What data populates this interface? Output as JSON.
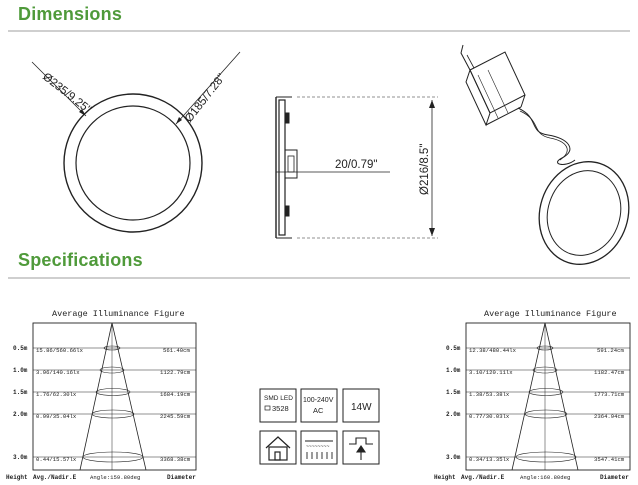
{
  "headings": {
    "dimensions": "Dimensions",
    "specifications": "Specifications"
  },
  "colors": {
    "heading": "#4f9a3a",
    "rule": "#cfcfcf",
    "line": "#222222"
  },
  "dimensions": {
    "outer_diameter": "Ø235/9.25\"",
    "cutout_diameter": "Ø185/7.28\"",
    "depth": "20/0.79\"",
    "height": "Ø216/8.5\""
  },
  "charts": [
    {
      "title": "Average Illuminance Figure",
      "rows": [
        {
          "height": "0.5m",
          "lux": "15.86/560.66lx",
          "diameter": "561.40cm"
        },
        {
          "height": "1.0m",
          "lux": "3.96/140.16lx",
          "diameter": "1122.79cm"
        },
        {
          "height": "1.5m",
          "lux": "1.76/62.30lx",
          "diameter": "1684.19cm"
        },
        {
          "height": "2.0m",
          "lux": "0.99/35.04lx",
          "diameter": "2245.59cm"
        },
        {
          "height": "3.0m",
          "lux": "0.44/15.57lx",
          "diameter": "3368.38cm"
        }
      ],
      "footer": {
        "height": "Height",
        "avg": "Avg./Nadir.E",
        "angle": "Angle:159.80deg",
        "diameter": "Diameter"
      }
    },
    {
      "title": "Average Illuminance Figure",
      "rows": [
        {
          "height": "0.5m",
          "lux": "12.38/480.44lx",
          "diameter": "591.24cm"
        },
        {
          "height": "1.0m",
          "lux": "3.10/120.11lx",
          "diameter": "1182.47cm"
        },
        {
          "height": "1.5m",
          "lux": "1.38/53.38lx",
          "diameter": "1773.71cm"
        },
        {
          "height": "2.0m",
          "lux": "0.77/30.03lx",
          "diameter": "2364.94cm"
        },
        {
          "height": "3.0m",
          "lux": "0.34/13.35lx",
          "diameter": "3547.41cm"
        }
      ],
      "footer": {
        "height": "Height",
        "avg": "Avg./Nadir.E",
        "angle": "Angle:160.80deg",
        "diameter": "Diameter"
      }
    }
  ],
  "spec_icons": {
    "smd_label": "SMD LED",
    "smd_value": "3528",
    "voltage_line1": "100-240V",
    "voltage_line2": "AC",
    "power": "14W",
    "icons": [
      "house-icon",
      "dimmer-switch-icon",
      "recessed-install-icon"
    ]
  }
}
